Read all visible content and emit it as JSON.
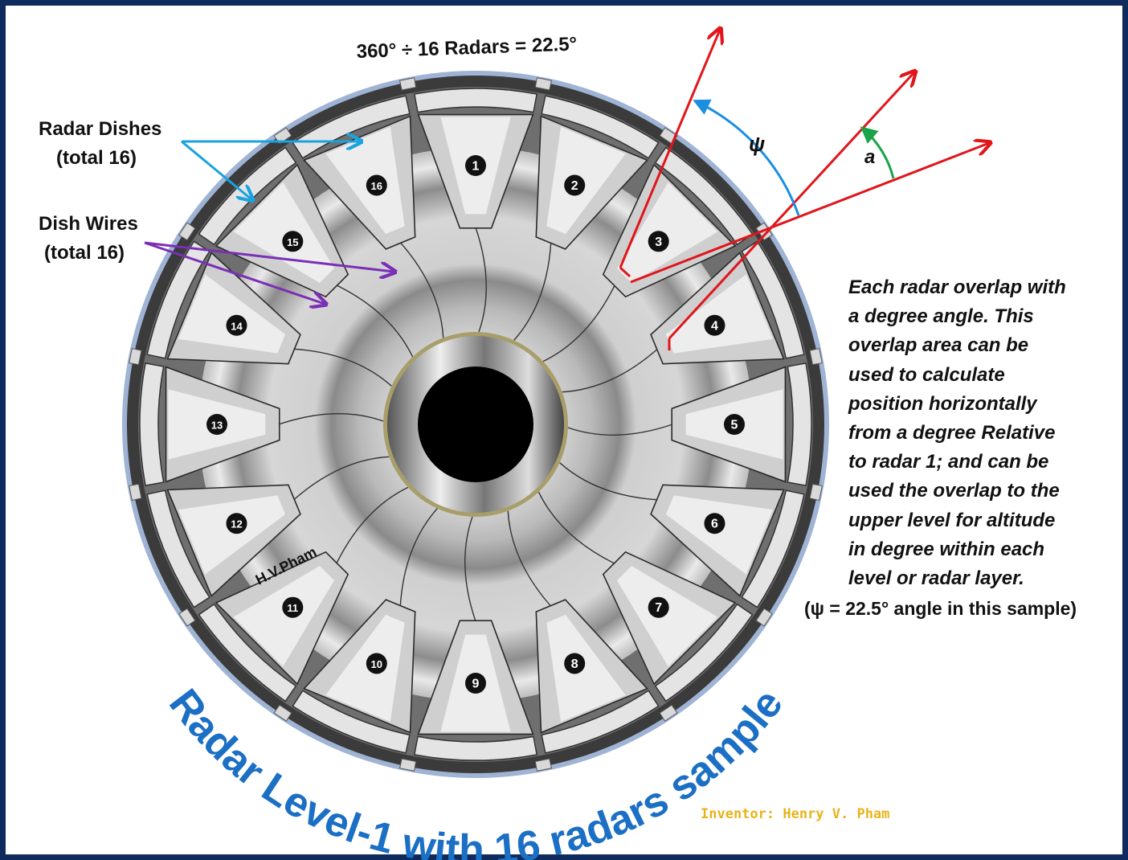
{
  "header_formula": "360° ÷ 16 Radars = 22.5°",
  "labels": {
    "radar_dishes": "Radar Dishes",
    "radar_dishes_total": "(total 16)",
    "dish_wires": "Dish Wires",
    "dish_wires_total": "(total 16)",
    "psi_symbol": "ψ",
    "alpha_symbol": "a",
    "watermark": "H.V.Pham",
    "inventor": "Inventor: Henry V. Pham",
    "bottom_title": "Radar Level-1 with 16 radars sample"
  },
  "description_lines": [
    "Each radar overlap with",
    "a degree angle.  This",
    "overlap area can be",
    "used to calculate",
    "position horizontally",
    "from a degree Relative",
    "to radar 1; and can be",
    "used the overlap to the",
    "upper level for altitude",
    "in degree within each",
    "level or radar layer."
  ],
  "psi_note": "(ψ = 22.5° angle in this sample)",
  "radar_numbers": [
    "1",
    "2",
    "3",
    "4",
    "5",
    "6",
    "7",
    "8",
    "9",
    "10",
    "11",
    "12",
    "13",
    "14",
    "15",
    "16"
  ],
  "colors": {
    "frame": "#0f2a5c",
    "callout_dishes": "#1aa3e0",
    "callout_wires": "#7a2fb5",
    "beam": "#e0161b",
    "psi_arc": "#1a8fe0",
    "alpha_arc": "#1aa34a",
    "title": "#1b6fc4",
    "inventor": "#e8b31a",
    "watermark": "#555555"
  }
}
